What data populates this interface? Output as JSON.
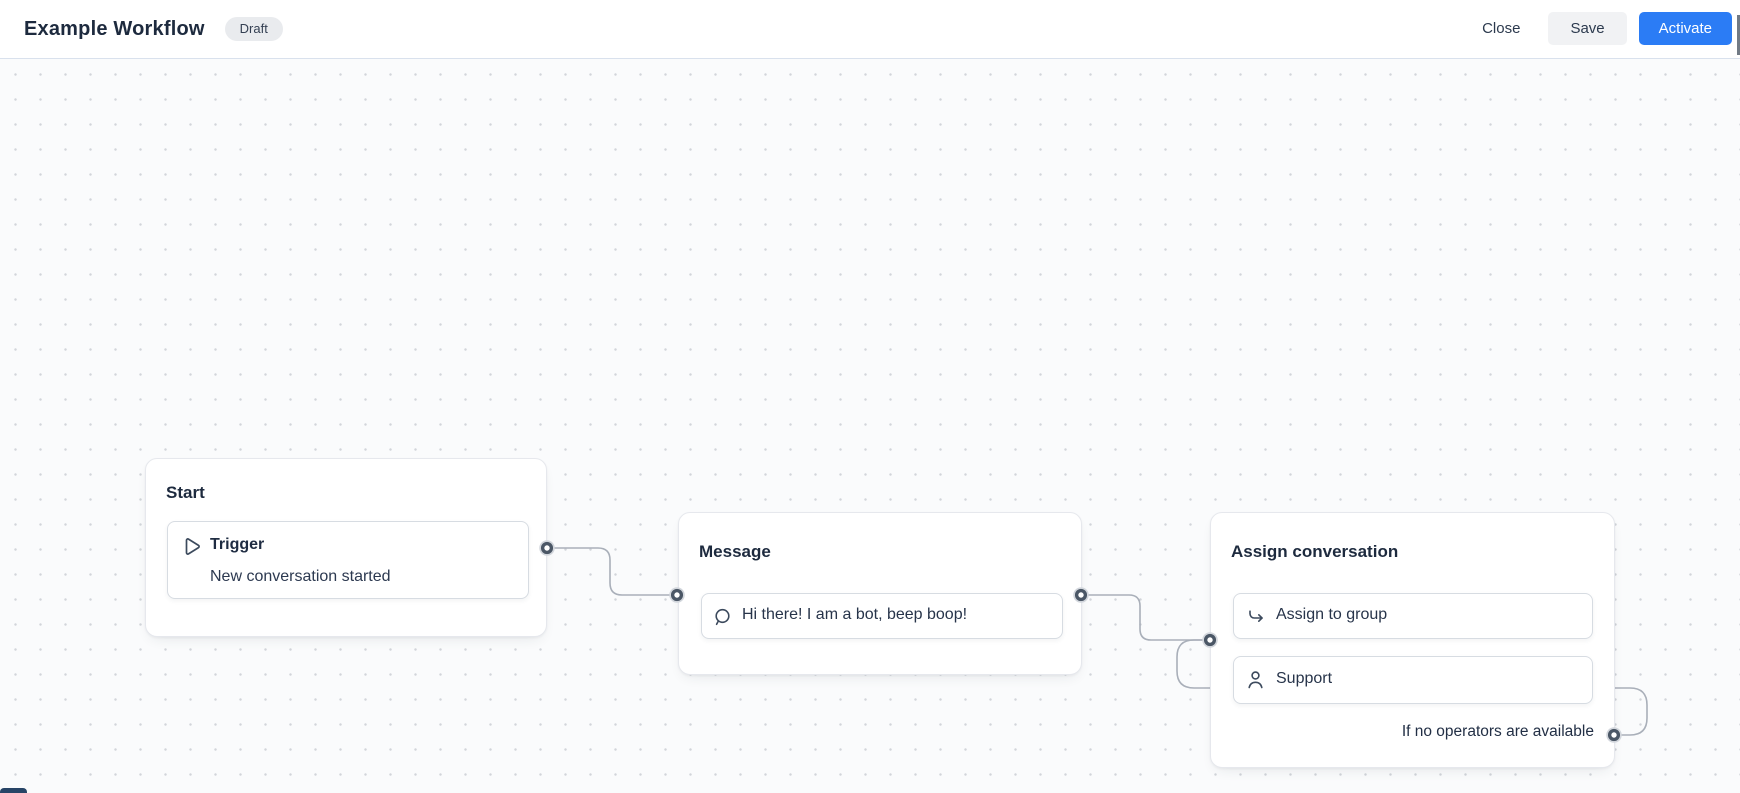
{
  "header": {
    "title": "Example Workflow",
    "status_badge": "Draft",
    "close_label": "Close",
    "save_label": "Save",
    "activate_label": "Activate"
  },
  "nodes": [
    {
      "id": "start",
      "title": "Start",
      "items": [
        {
          "icon": "play-icon",
          "title": "Trigger",
          "subtitle": "New conversation started"
        }
      ]
    },
    {
      "id": "message",
      "title": "Message",
      "items": [
        {
          "icon": "chat-bubble-icon",
          "title": "Hi there! I am a bot, beep boop!"
        }
      ]
    },
    {
      "id": "assign-conversation",
      "title": "Assign conversation",
      "items": [
        {
          "icon": "assign-arrow-icon",
          "title": "Assign to group"
        },
        {
          "icon": "user-icon",
          "title": "Support"
        }
      ],
      "footer": "If no operators are available"
    }
  ],
  "icons": {
    "play-icon": "outlined right-pointing triangle",
    "chat-bubble-icon": "outlined speech bubble",
    "assign-arrow-icon": "hooked redirect arrow pointing right",
    "user-icon": "person outline"
  },
  "colors": {
    "accent_blue": "#2b7cf5",
    "heading_text": "#1d2a3e",
    "body_text": "#2c3950",
    "wire": "#a9afb9",
    "port_ring": "#4b5766",
    "node_border": "#e6e8ed",
    "card_border": "#d7dce2",
    "canvas_bg": "#fafbfc",
    "header_divider": "#d9e1ed",
    "badge_bg": "#e9ebee",
    "save_bg": "#f1f2f4"
  }
}
